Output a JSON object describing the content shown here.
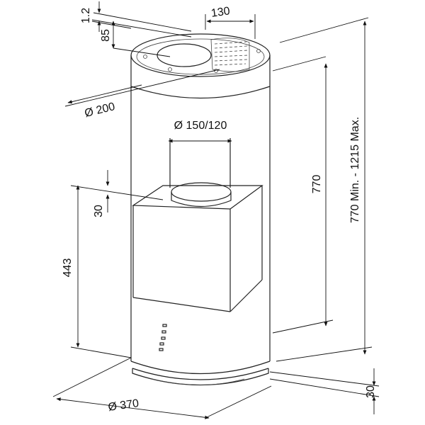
{
  "dimensions": {
    "top_gap": "1.2",
    "vent_width": "130",
    "top_height": "85",
    "top_diameter": "Ø 200",
    "duct_diameter": "Ø 150/120",
    "height_770": "770",
    "height_total": "770 Min. - 1215 Max.",
    "spacing_30": "30",
    "height_443": "443",
    "base_diameter": "Ø 370",
    "base_height_30": "30"
  },
  "colors": {
    "line": "#222222",
    "background": "#ffffff"
  }
}
